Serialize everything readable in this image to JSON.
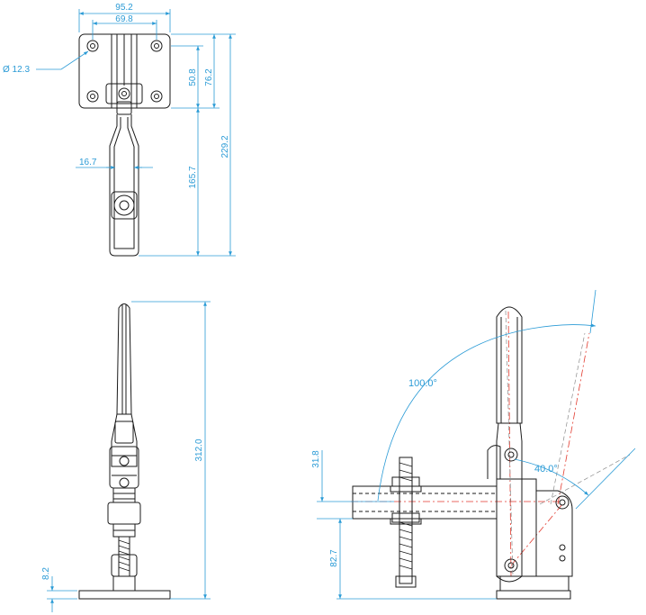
{
  "colors": {
    "outline": "#1a1a1a",
    "dimension": "#2b9bd6",
    "centerline": "#e23a2e",
    "hidden": "#8a8a8a"
  },
  "dimensions": {
    "top_width_outer": "95.2",
    "top_width_inner": "69.8",
    "hole_diameter": "Ø 12.3",
    "vert_50_8": "50.8",
    "vert_76_2": "76.2",
    "vert_229_2": "229.2",
    "vert_165_7": "165.7",
    "handle_width": "16.7",
    "side_height": "312.0",
    "side_base": "8.2",
    "front_31_8": "31.8",
    "front_82_7": "82.7"
  },
  "angles": {
    "handle_open": "100.0°",
    "arm_open": "40.0°"
  }
}
